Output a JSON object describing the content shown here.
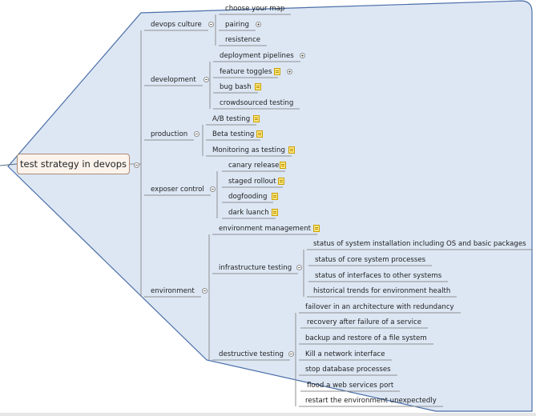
{
  "root": {
    "label": "test strategy in devops"
  },
  "branches": [
    {
      "id": "devops-culture",
      "label": "devops culture",
      "children": [
        {
          "label": "choose your map"
        },
        {
          "label": "pairing",
          "expand": true
        },
        {
          "label": "resistence"
        }
      ]
    },
    {
      "id": "development",
      "label": "development",
      "children": [
        {
          "label": "deployment pipelines",
          "expand": true
        },
        {
          "label": "feature toggles",
          "note": true,
          "expand": true
        },
        {
          "label": "bug bash",
          "note": true
        },
        {
          "label": "crowdsourced testing"
        }
      ]
    },
    {
      "id": "production",
      "label": "production",
      "children": [
        {
          "label": "A/B testing",
          "note": true
        },
        {
          "label": "Beta testing",
          "note": true
        },
        {
          "label": "Monitoring as testing",
          "note": true
        }
      ]
    },
    {
      "id": "exposer-control",
      "label": "exposer control",
      "children": [
        {
          "label": "canary release",
          "note": true
        },
        {
          "label": "staged rollout",
          "note": true
        },
        {
          "label": "dogfooding",
          "note": true
        },
        {
          "label": "dark luanch",
          "note": true
        }
      ]
    },
    {
      "id": "environment",
      "label": "environment",
      "children": [
        {
          "label": "environment management",
          "note": true
        },
        {
          "label": "infrastructure testing",
          "children": [
            {
              "label": "status of system installation including OS and basic packages"
            },
            {
              "label": "status of core system processes"
            },
            {
              "label": "status of interfaces to other systems"
            },
            {
              "label": "historical trends for environment health"
            }
          ]
        },
        {
          "label": "destructive testing",
          "children": [
            {
              "label": "failover in an architecture with redundancy"
            },
            {
              "label": "recovery after failure of a service"
            },
            {
              "label": "backup and restore of a file system"
            },
            {
              "label": "Kill a network interface"
            },
            {
              "label": "stop database processes"
            },
            {
              "label": "flood a web services port"
            },
            {
              "label": "restart the environment unexpectedly"
            }
          ]
        }
      ]
    }
  ],
  "colors": {
    "boundary_fill": "#dde7f4",
    "boundary_stroke": "#4a6ea8",
    "line": "#8f8f8f",
    "accent": "#ffe680"
  }
}
